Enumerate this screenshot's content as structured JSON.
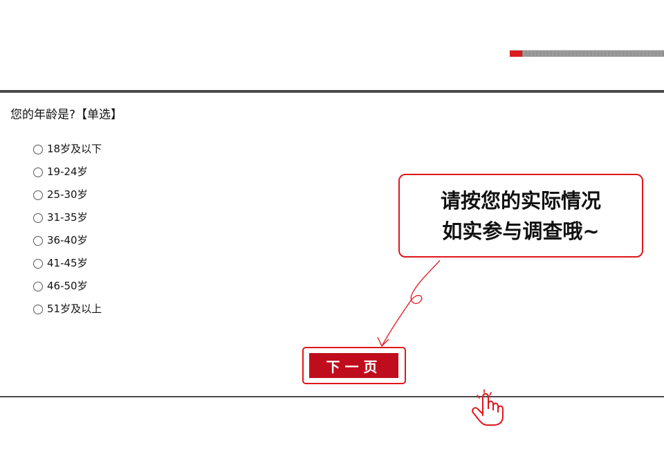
{
  "progress": {
    "fraction": 0.08
  },
  "question": {
    "title": "您的年龄是?【单选】",
    "options": [
      {
        "label": "18岁及以下"
      },
      {
        "label": "19-24岁"
      },
      {
        "label": "25-30岁"
      },
      {
        "label": "31-35岁"
      },
      {
        "label": "36-40岁"
      },
      {
        "label": "41-45岁"
      },
      {
        "label": "46-50岁"
      },
      {
        "label": "51岁及以上"
      }
    ]
  },
  "callout": {
    "line1": "请按您的实际情况",
    "line2": "如实参与调查哦~"
  },
  "next_button": {
    "label": "下一页"
  },
  "colors": {
    "accent": "#e0151b",
    "button": "#c00d1d",
    "rule": "#4a4a4a"
  }
}
